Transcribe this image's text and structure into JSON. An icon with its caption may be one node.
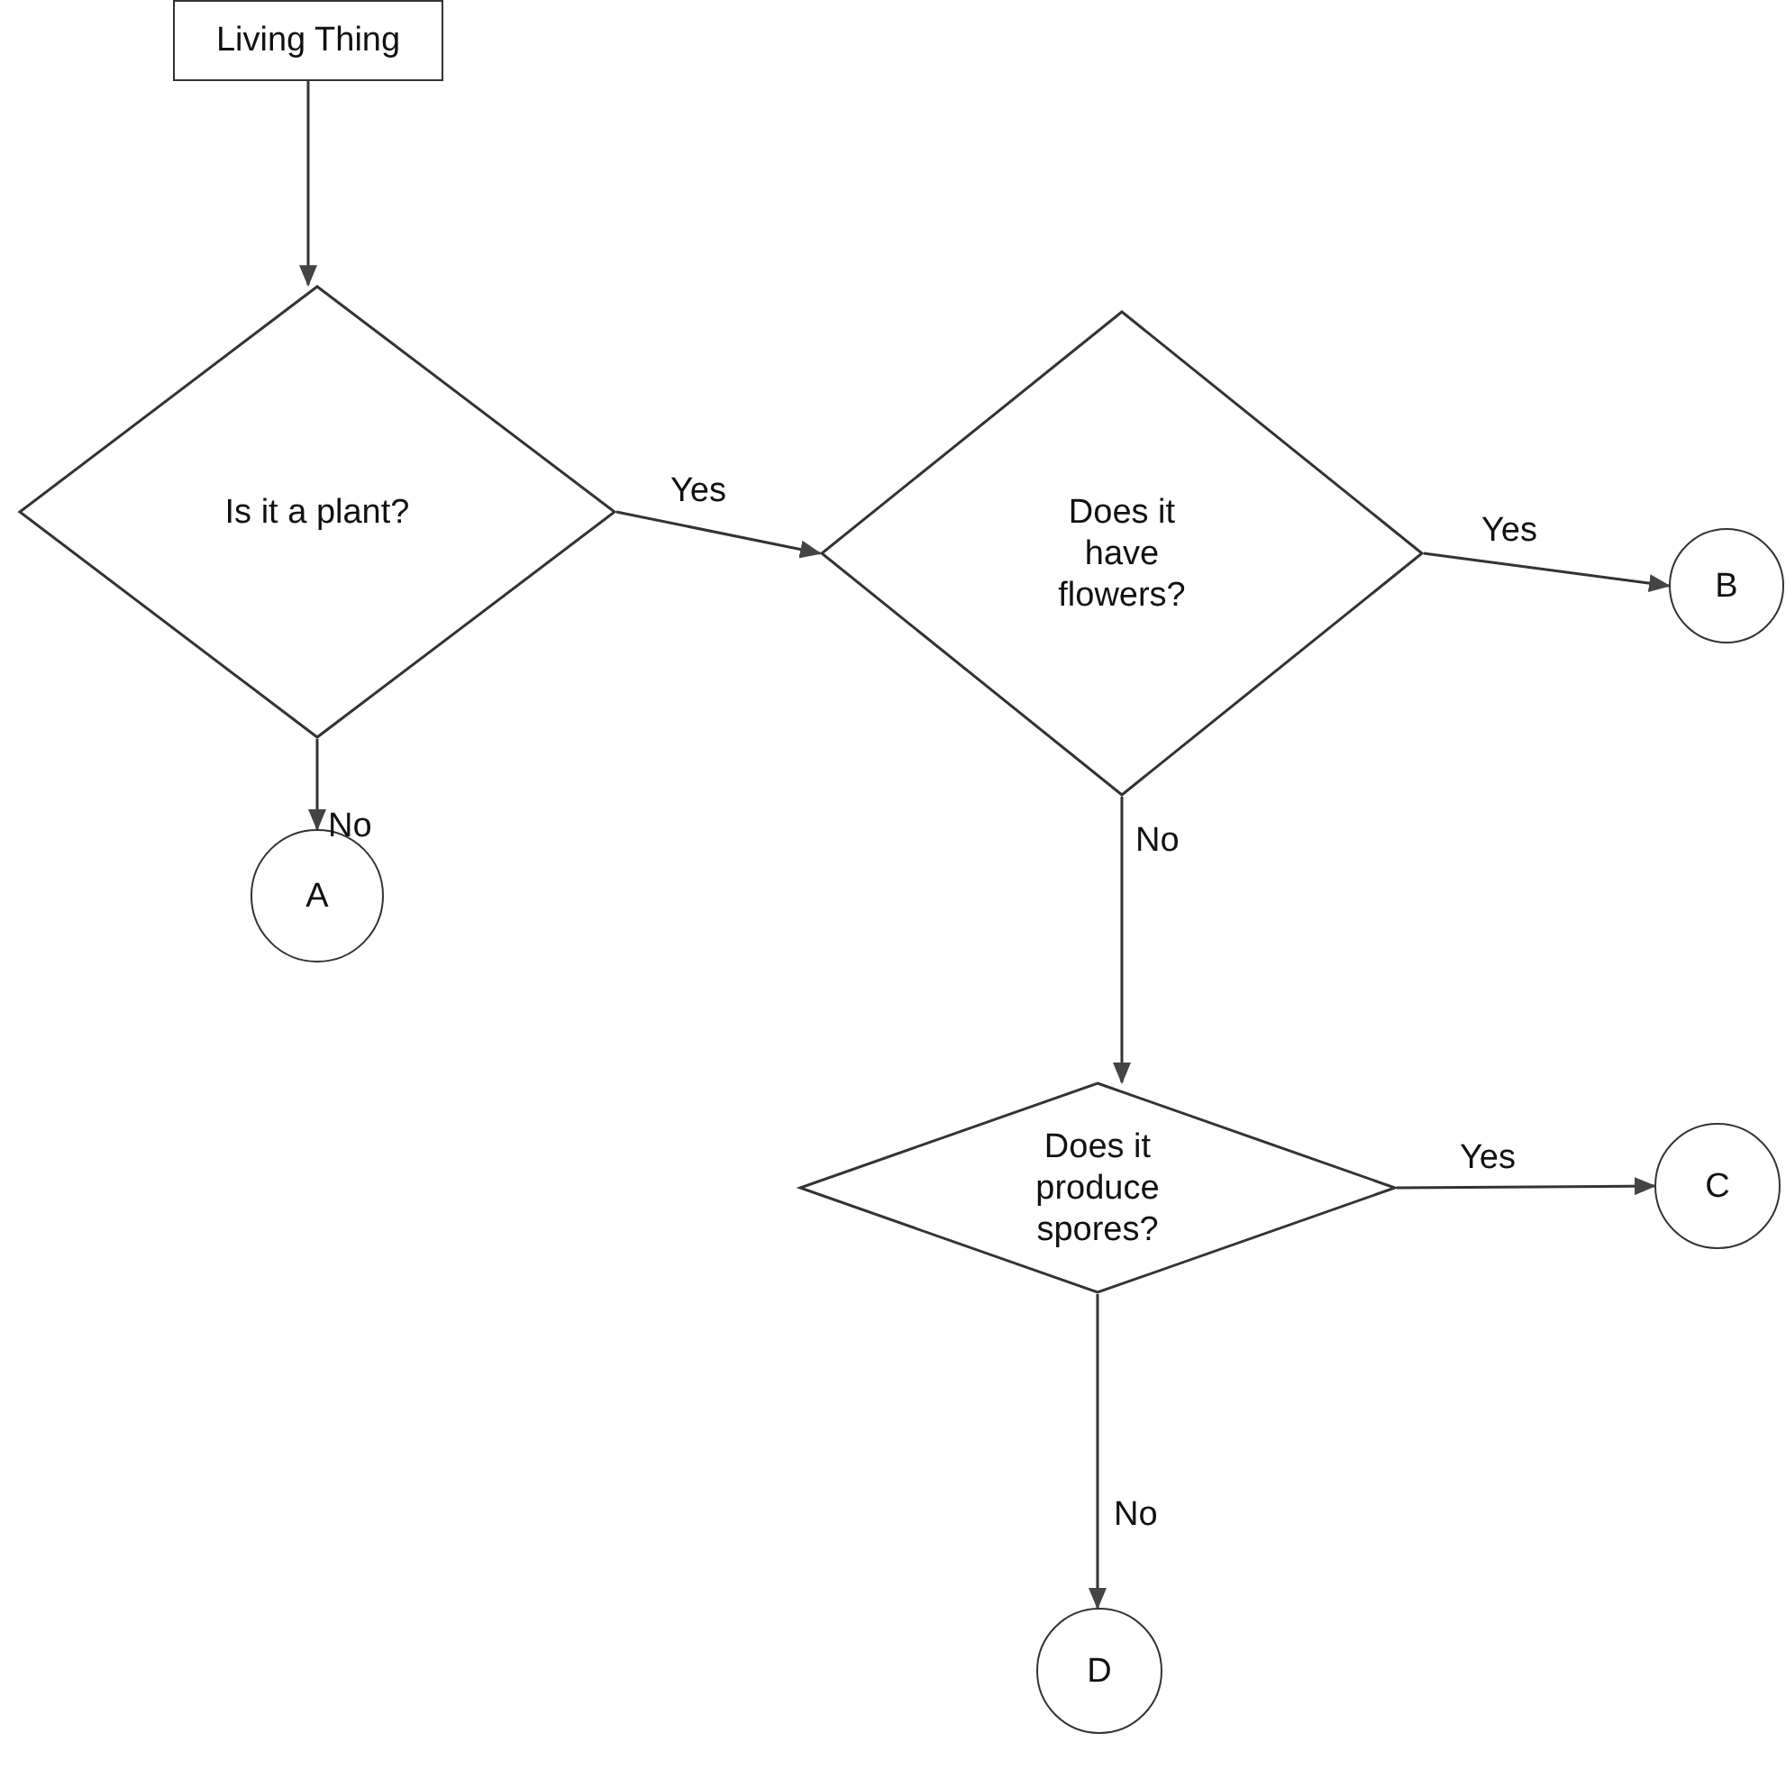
{
  "diagram": {
    "nodes": [
      {
        "text": [
          "Living Thing"
        ]
      },
      {
        "text": [
          "Is it a plant?"
        ]
      },
      {
        "text": [
          "Does it have flowers?"
        ]
      },
      {
        "text": [
          "B"
        ]
      },
      {
        "text": [
          "A"
        ]
      },
      {
        "text": [
          "Does it produce spores?"
        ]
      },
      {
        "text": [
          "C"
        ]
      },
      {
        "text": [
          "D"
        ]
      }
    ],
    "edges": [
      {
        "from": 0,
        "to": 1,
        "arrow": "to"
      },
      {
        "from": 1,
        "to": 2,
        "arrow": "to",
        "label": "Yes"
      },
      {
        "from": 2,
        "to": 3,
        "arrow": "to",
        "label": "Yes"
      },
      {
        "from": 1,
        "to": 4,
        "arrow": "to",
        "label": "No"
      },
      {
        "from": 2,
        "to": 5,
        "arrow": "to",
        "label": "No"
      },
      {
        "from": 5,
        "to": 6,
        "arrow": "to",
        "label": "Yes"
      },
      {
        "from": 5,
        "to": 7,
        "arrow": "to",
        "label": "No"
      }
    ]
  }
}
